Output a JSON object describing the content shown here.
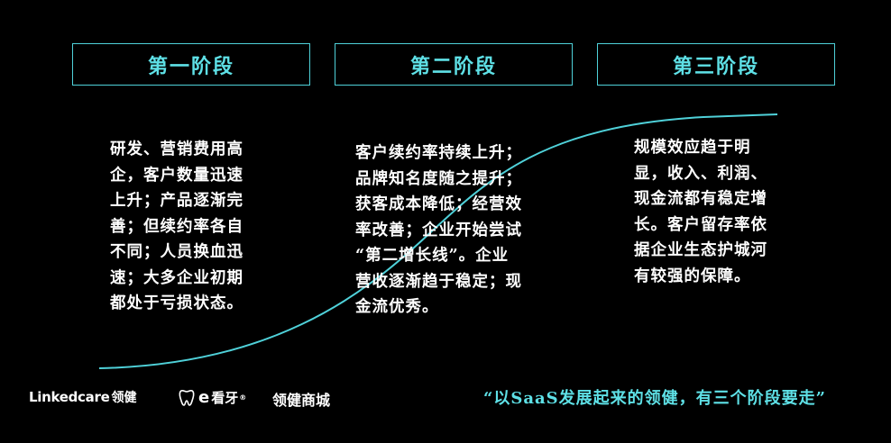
{
  "stages": [
    {
      "title": "第一阶段",
      "lines": [
        "研发、营销费用高",
        "企，客户数量迅速",
        "上升；产品逐渐完",
        "善；但续约率各自",
        "不同；人员换血迅",
        "速；大多企业初期",
        "都处于亏损状态。"
      ]
    },
    {
      "title": "第二阶段",
      "lines": [
        "客户续约率持续上升；",
        "品牌知名度随之提升；",
        "获客成本降低；经营效",
        "率改善；企业开始尝试",
        "“第二增长线”。企业",
        "营收逐渐趋于稳定；现",
        "金流优秀。"
      ]
    },
    {
      "title": "第三阶段",
      "lines": [
        "规模效应趋于明",
        "显，收入、利润、",
        "现金流都有稳定增",
        "长。客户留存率依",
        "据企业生态护城河",
        "有较强的保障。"
      ]
    }
  ],
  "footer": {
    "logo1_en": "Linkedcare",
    "logo1_cn": "领健",
    "logo2_e": "e",
    "logo2_name": "看牙",
    "logo2_tm": "®",
    "logo3": "领健商城",
    "quote": "“以SaaS发展起来的领健，有三个阶段要走”"
  },
  "colors": {
    "accent": "#5ee0e6",
    "background": "#000000",
    "text": "#ffffff"
  }
}
